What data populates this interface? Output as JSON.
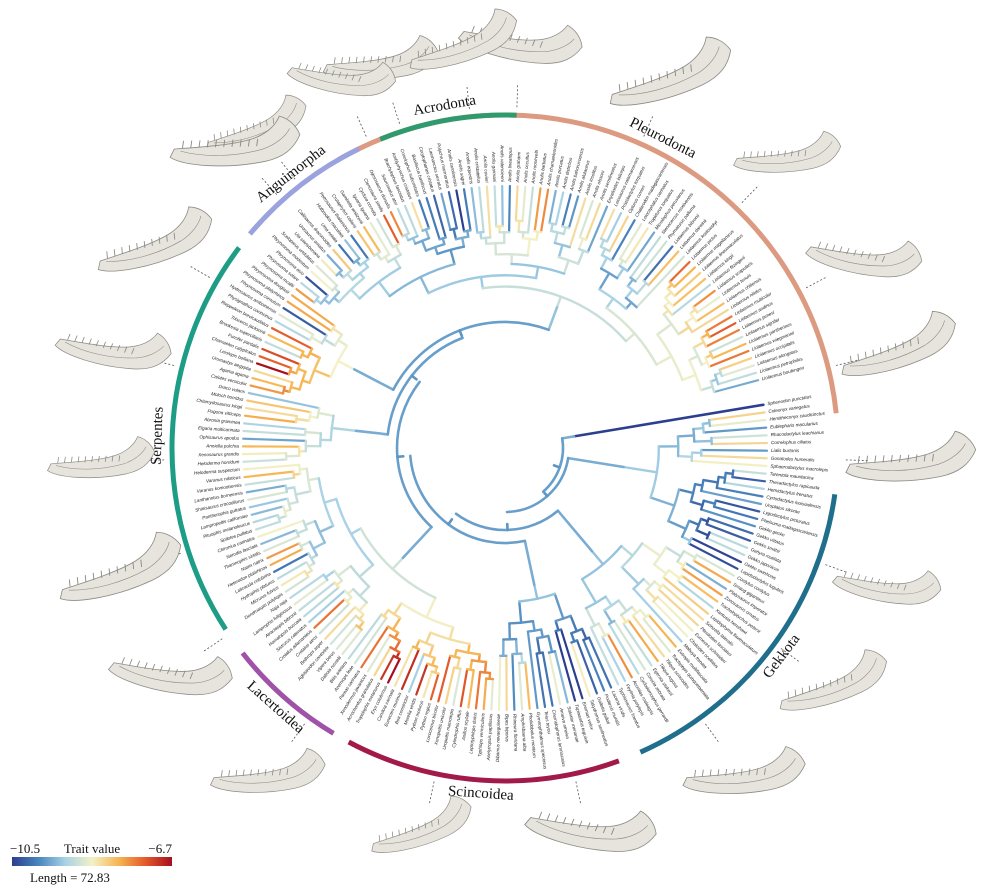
{
  "clades": [
    {
      "name": "Pleurodonta",
      "color": "#dc9a80"
    },
    {
      "name": "Gekkota",
      "color": "#1f6e8c"
    },
    {
      "name": "Scincoidea",
      "color": "#a11a4a"
    },
    {
      "name": "Lacertoidea",
      "color": "#9f52a8"
    },
    {
      "name": "Serpentes",
      "color": "#1d9c86"
    },
    {
      "name": "Anguimorpha",
      "color": "#9aa3de"
    },
    {
      "name": "Acrodonta",
      "color": "#2f9a6e"
    }
  ],
  "outgroup_label": "Sphenodon punctatus",
  "legend": {
    "min": "−10.5",
    "title": "Trait value",
    "max": "−6.7",
    "length": "Length = 72.83",
    "gradient": [
      "#2c3e8f",
      "#4a86bd",
      "#a8d2e6",
      "#f3f1c8",
      "#f6b552",
      "#e35a2a",
      "#a50f1f"
    ]
  },
  "colors": {
    "jaw_fill": "#e6e4dc",
    "jaw_stroke": "#8b8a84",
    "leader": "#555555"
  },
  "tip_labels": [
    "Sphenodon punctatus",
    "Coleonyx variegatus",
    "Hemitheconyx caudicinctus",
    "Eublepharis macularius",
    "Rhacodactylus leachianus",
    "Correlophus ciliatus",
    "Lialis burtonis",
    "Gonatodes humeralis",
    "Sphaerodactylus macrolepis",
    "Tarentola mauritanica",
    "Thecadactylus rapicauda",
    "Hemidactylus frenatus",
    "Cyrtodactylus louisiadensis",
    "Uroplatus sikorae",
    "Lygodactylus picturatus",
    "Phelsuma madagascariensis",
    "Gekko gecko",
    "Gekko vittatus",
    "Gekko smithii",
    "Gehyra mutilata",
    "Gekko japonicus",
    "Gekko swinhonis",
    "Lepidodactylus lugubris",
    "Cordylus cordylus",
    "Smaug giganteus",
    "Platysaurus imperator",
    "Zonosaurus ornatus",
    "Tracheloptychus petersi",
    "Xantusia henshawi",
    "Lepidophyma flavimaculatum",
    "Scincella lateralis",
    "Plestiodon fasciatus",
    "Eumeces schneideri",
    "Chalcides ocellatus",
    "Mabuya frenata",
    "Eutropis multifasciata",
    "Trachylepis quinquetaeniata",
    "Tiliqua scincoides",
    "Tiliqua rugosa",
    "Egernia stokesii",
    "Corucia zebrata",
    "Cyclodomorphus gerrardii",
    "Acontias meleagris",
    "Feylinia polylepis",
    "Typhlosaurus lineatus",
    "Lacerta viridis",
    "Podarcis muralis",
    "Gallotia galloti",
    "Takydromus sexlineatus",
    "Eremias velox",
    "Tupinambis teguixin",
    "Salvator merianae",
    "Ameiva ameiva",
    "Cnemidophorus lemniscatus",
    "Teius teyou",
    "Gymnophthalmus speciosus",
    "Pholidobolus montium",
    "Amphisbaena alba",
    "Rhineura floridana",
    "Bipes biporus",
    "Dibamus novaeguineae",
    "Anelytropsis papillosus",
    "Typhlops vermicularis",
    "Leptotyphlops dulcis",
    "Anilius scytale",
    "Cylindrophis ruffus",
    "Uropeltis macrolepis",
    "Xenopeltis unicolor",
    "Loxocemus bicolor",
    "Python regius",
    "Python molurus",
    "Morelia viridis",
    "Boa constrictor",
    "Eunectes murinus",
    "Candoia carinata",
    "Eryx colubrinus",
    "Tropidophis melanurus",
    "Acrochordus granulatus",
    "Xenodermus javanicus",
    "Pareas carinatus",
    "Azemiops feae",
    "Bitis arietans",
    "Daboia russelii",
    "Vipera berus",
    "Agkistrodon contortrix",
    "Bothrops asper",
    "Crotalus atrox",
    "Crotalus adamanteus",
    "Sistrurus catenatus",
    "Homalopsis buccata",
    "Atractaspis bibronii",
    "Lamprophis fuliginosus",
    "Naja naja",
    "Dendroaspis polylepis",
    "Micrurus fulvius",
    "Hydrophis platurus",
    "Laticauda colubrina",
    "Heterodon platirhinos",
    "Natrix natrix",
    "Thamnophis sirtalis",
    "Nerodia fasciata",
    "Chironius carinatus",
    "Spilotes pullatus",
    "Pituophis melanoleucus",
    "Lampropeltis californiae",
    "Pantherophis guttatus",
    "Shinisaurus crocodilurus",
    "Lanthanotus borneensis",
    "Varanus komodoensis",
    "Varanus niloticus",
    "Heloderma suspectum",
    "Heloderma horridum",
    "Xenosaurus grandis",
    "Anniella pulchra",
    "Ophisaurus apodus",
    "Elgaria multicarinata",
    "Abronia graminea",
    "Pogona vitticeps",
    "Chlamydosaurus kingii",
    "Moloch horridus",
    "Draco volans",
    "Calotes versicolor",
    "Agama agama",
    "Uromastyx aegyptia",
    "Leiolepis belliana",
    "Chamaeleo calyptratus",
    "Furcifer pardalis",
    "Brookesia superciliaris",
    "Trioceros jacksonii",
    "Rieppeleon brevicaudatus",
    "Physignathus cocincinus",
    "Hydrosaurus amboinensis",
    "Phrynosoma cornutum",
    "Phrynosoma platyrhinos",
    "Phrynosoma douglasii",
    "Phrynosoma mcallii",
    "Phrynosoma solare",
    "Phrynosoma asio",
    "Phrynosoma modestum",
    "Sceloporus undulatus",
    "Uta stansburiana",
    "Urosaurus ornatus",
    "Callisaurus draconoides",
    "Uma notata",
    "Holbrookia maculata",
    "Petrosaurus thalassinus",
    "Crotaphytus collaris",
    "Gambelia wislizenii",
    "Iguana iguana",
    "Cyclura cornuta",
    "Ctenosaura similis",
    "Dipsosaurus dorsalis",
    "Sauromalus ater",
    "Brachylophus fasciatus",
    "Amblyrhynchus cristatus",
    "Conolophus subcristatus",
    "Basiliscus basiliscus",
    "Corytophanes cristatus",
    "Laemanctus serratus",
    "Polychrus marmoratus",
    "Anolis carolinensis",
    "Anolis sagrei",
    "Anolis equestris",
    "Anolis cristatellus",
    "Anolis cuvieri",
    "Anolis garmani",
    "Anolis valencienni",
    "Anolis lineatopus",
    "Anolis grahami",
    "Anolis occultus",
    "Anolis roosevelti",
    "Anolis barbatus",
    "Anolis chamaeleonides",
    "Anolis porcatus",
    "Anolis distichus",
    "Anolis bahorucoensis",
    "Anolis alutaceus",
    "Anolis insolitus",
    "Anolis olssoni",
    "Anolis semilineatus",
    "Enyalioides laticeps",
    "Leiosaurus catamarcensis",
    "Pristidactylus torquatus",
    "Oplurus cuvieri",
    "Chalarodon madagascariensis",
    "Leiocephalus carinatus",
    "Tropidurus torquatus",
    "Microlophus peruvianus",
    "Stenocercus roseiventris",
    "Phymaturus palluma",
    "Liolaemus bibronii",
    "Liolaemus darwinii",
    "Liolaemus koslowskyi",
    "Liolaemus pictus",
    "Liolaemus magellanicus",
    "Liolaemus lineomaculatus",
    "Liolaemus kingii",
    "Liolaemus fitzingerii",
    "Liolaemus scapularis",
    "Liolaemus tenuis",
    "Liolaemus chiliensis",
    "Liolaemus nitidus",
    "Liolaemus multicolor",
    "Liolaemus andinus",
    "Liolaemus jamesi",
    "Liolaemus signifer",
    "Liolaemus pantherinus",
    "Liolaemus wiegmannii",
    "Liolaemus occipitalis",
    "Liolaemus elongatus",
    "Liolaemus petrophilus",
    "Liolaemus boulengeri"
  ]
}
